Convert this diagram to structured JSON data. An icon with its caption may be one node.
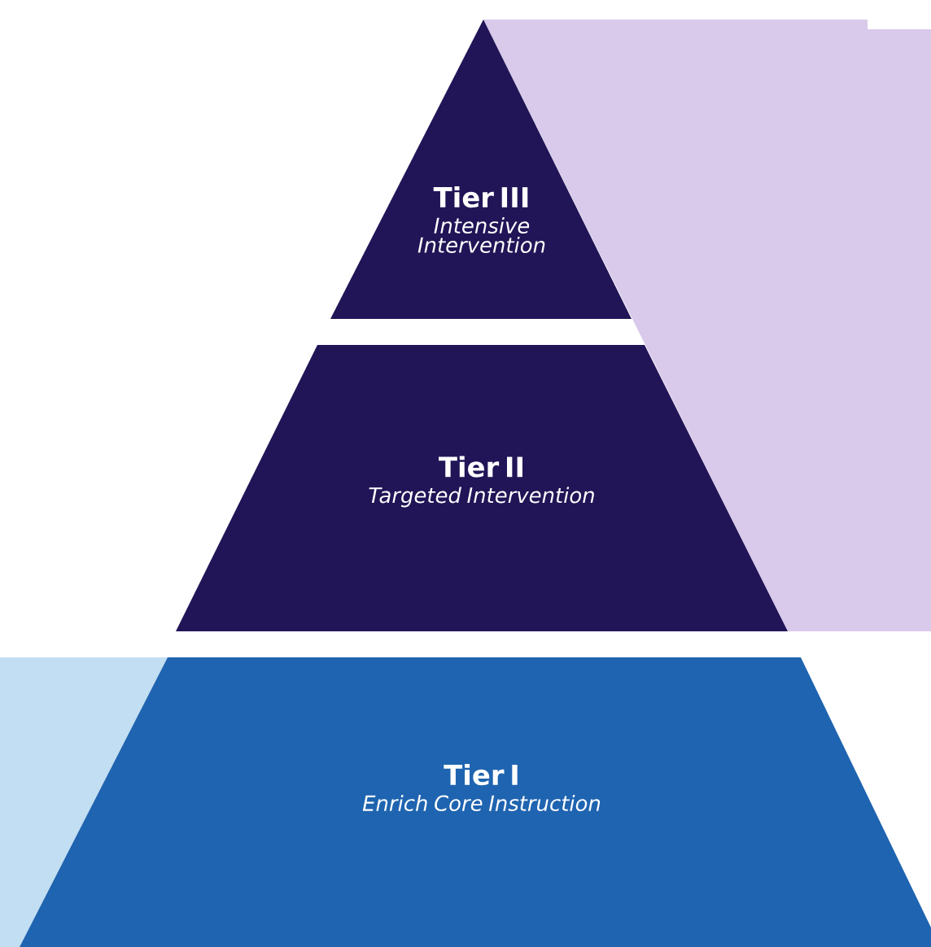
{
  "diagram": {
    "nodes": [
      {
        "text": [
          "Tier III",
          "Intensive Intervention"
        ]
      },
      {
        "text": [
          "Tier II",
          "Targeted Intervention"
        ]
      },
      {
        "text": [
          "Tier I",
          "Enrich Core Instruction"
        ]
      }
    ]
  }
}
